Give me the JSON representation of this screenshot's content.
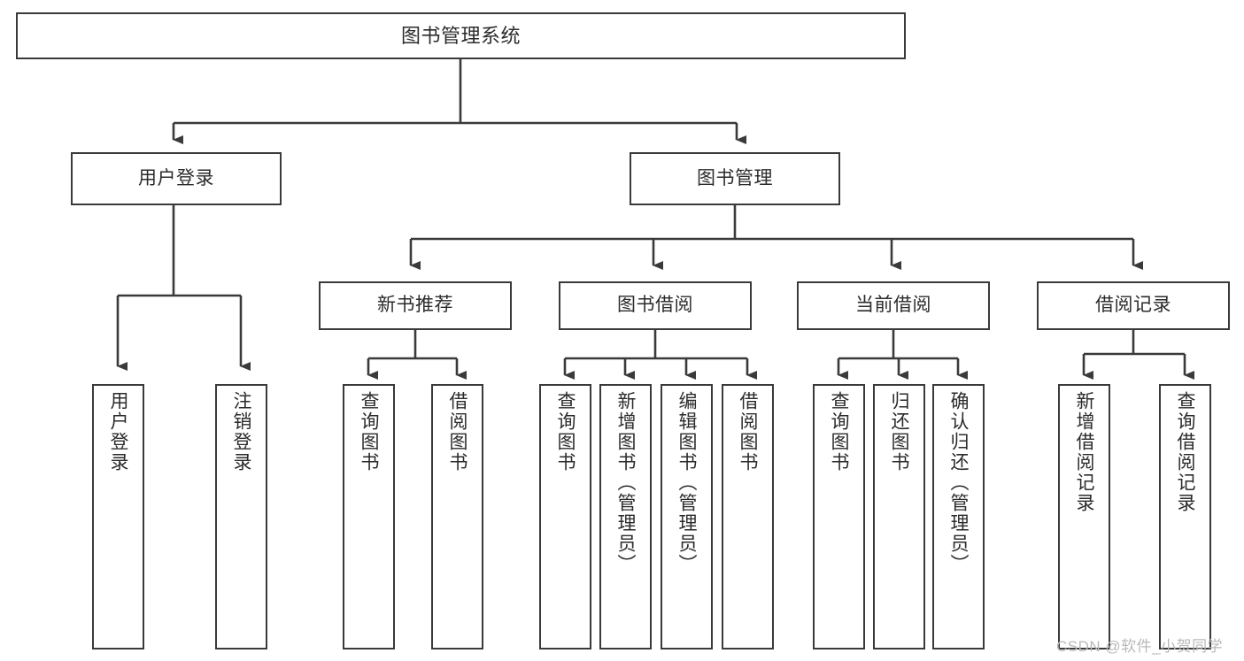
{
  "diagram": {
    "title": "图书管理系统",
    "type": "functional-structure-tree",
    "colors": {
      "border": "#3a3a3a",
      "text": "#2b2b2b",
      "background": "#ffffff",
      "watermark": "#b9b9b9"
    },
    "nodes": {
      "root": {
        "label": "图书管理系统"
      },
      "level2": [
        {
          "label": "用户登录"
        },
        {
          "label": "图书管理"
        }
      ],
      "level3": [
        {
          "label": "新书推荐"
        },
        {
          "label": "图书借阅"
        },
        {
          "label": "当前借阅"
        },
        {
          "label": "借阅记录"
        }
      ],
      "leaves": {
        "user_login": [
          {
            "label": "用户登录"
          },
          {
            "label": "注销登录"
          }
        ],
        "new_book_recommend": [
          {
            "label": "查询图书"
          },
          {
            "label": "借阅图书"
          }
        ],
        "book_borrow": [
          {
            "label": "查询图书"
          },
          {
            "label": "新增图书（管理员）"
          },
          {
            "label": "编辑图书（管理员）"
          },
          {
            "label": "借阅图书"
          }
        ],
        "current_borrow": [
          {
            "label": "查询图书"
          },
          {
            "label": "归还图书"
          },
          {
            "label": "确认归还（管理员）"
          }
        ],
        "borrow_record": [
          {
            "label": "新增借阅记录"
          },
          {
            "label": "查询借阅记录"
          }
        ]
      }
    },
    "watermark": {
      "text": "CSDN @软件_小贺同学"
    }
  }
}
